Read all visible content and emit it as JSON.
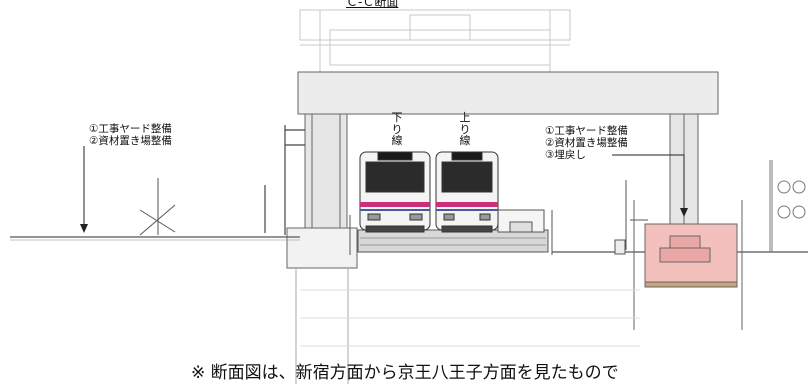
{
  "title": "Ｃ-Ｃ断面",
  "left_annotation": [
    "①工事ヤード整備",
    "②資材置き場整備"
  ],
  "right_annotation": [
    "①工事ヤード整備",
    "②資材置き場整備",
    "③埋戻し"
  ],
  "track_down_label": "下り線",
  "track_up_label": "上り線",
  "footnote": "※ 断面図は、新宿方面から京王八王子方面を見たもので",
  "colors": {
    "excavation_fill": "#f4c0be",
    "train_stripe": "#cc2e7a",
    "line": "#555555"
  }
}
